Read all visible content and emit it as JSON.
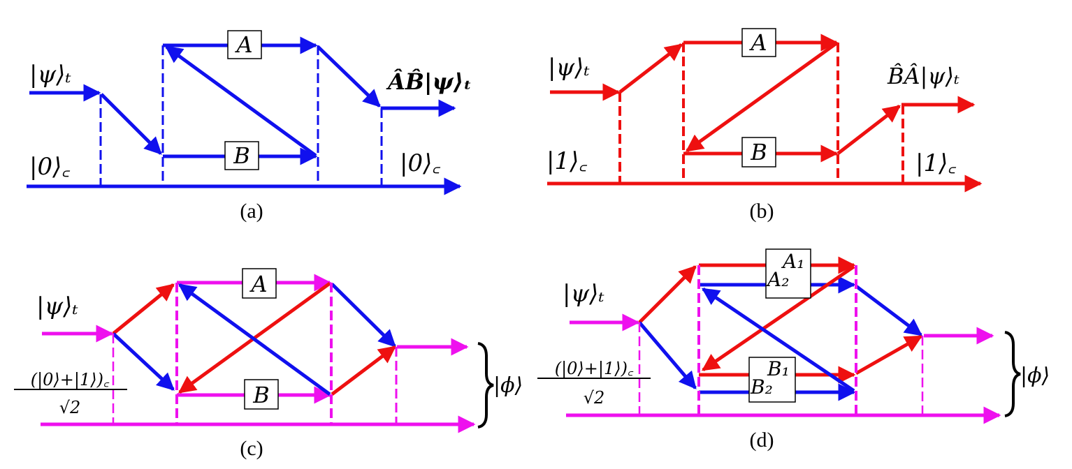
{
  "colors": {
    "blue": "#1010ee",
    "red": "#ee1010",
    "magenta": "#ee10ee",
    "black": "#000000"
  },
  "panels": {
    "a": {
      "caption": "(a)",
      "input_label": "|ψ⟩ₜ",
      "control_in_label": "|0⟩꜀",
      "output_label": "ÂB̂|ψ⟩ₜ",
      "control_out_label": "|0⟩꜀",
      "box_top": "A",
      "box_bottom": "B"
    },
    "b": {
      "caption": "(b)",
      "input_label": "|ψ⟩ₜ",
      "control_in_label": "|1⟩꜀",
      "output_label": "B̂Â|ψ⟩ₜ",
      "control_out_label": "|1⟩꜀",
      "box_top": "A",
      "box_bottom": "B"
    },
    "c": {
      "caption": "(c)",
      "input_label": "|ψ⟩ₜ",
      "control_num": "(|0⟩+|1⟩)꜀",
      "control_den": "√2",
      "output_label": "|ϕ⟩",
      "box_top": "A",
      "box_bottom": "B"
    },
    "d": {
      "caption": "(d)",
      "input_label": "|ψ⟩ₜ",
      "control_num": "(|0⟩+|1⟩)꜀",
      "control_den": "√2",
      "output_label": "|ϕ⟩",
      "box_top_1": "A₁",
      "box_top_2": "A₂",
      "box_bottom_1": "B₁",
      "box_bottom_2": "B₂"
    }
  }
}
